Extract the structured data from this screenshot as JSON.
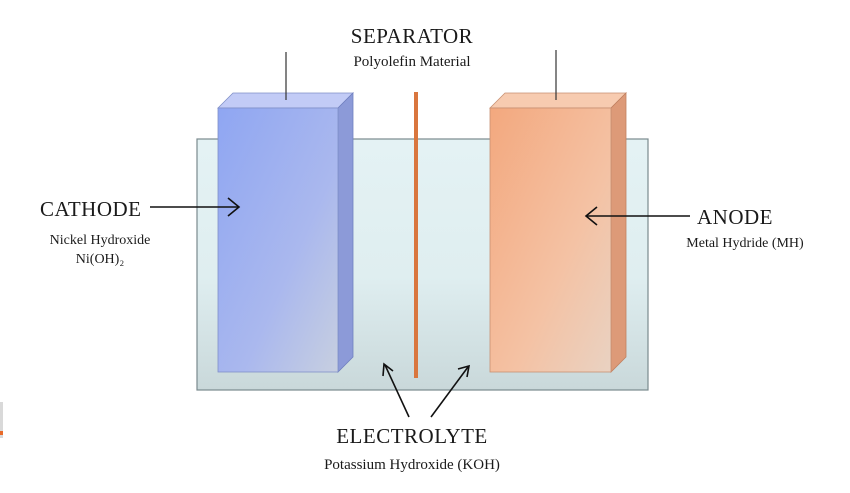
{
  "separator": {
    "title": "SEPARATOR",
    "material": "Polyolefin Material",
    "color": "#d9763e"
  },
  "cathode": {
    "title": "CATHODE",
    "material": "Nickel Hydroxide",
    "formula": "Ni(OH)₂",
    "color": "#8aa4f0"
  },
  "anode": {
    "title": "ANODE",
    "material": "Metal Hydride (MH)",
    "color": "#f0b08c"
  },
  "electrolyte": {
    "title": "ELECTROLYTE",
    "material": "Potassium Hydroxide (KOH)",
    "color": "#dceef0"
  }
}
